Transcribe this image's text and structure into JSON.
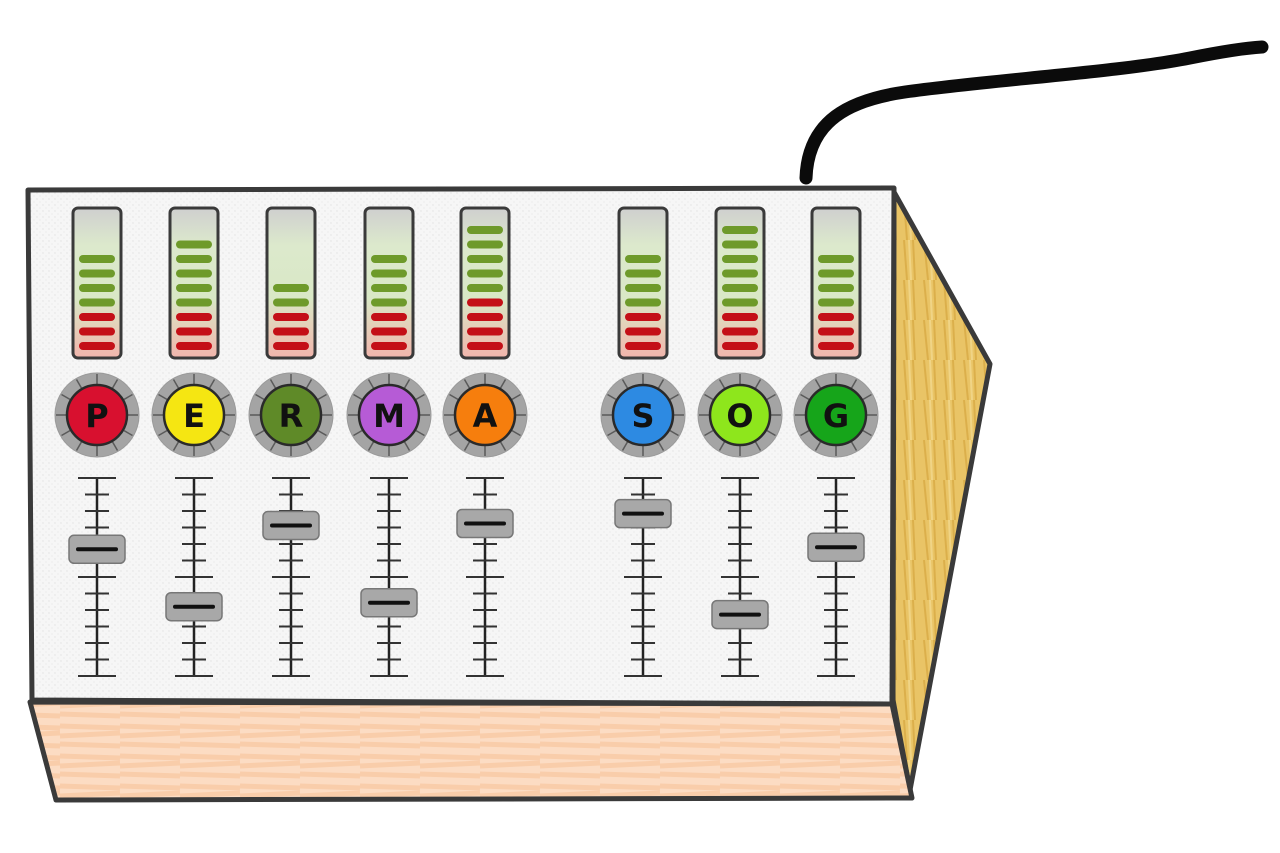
{
  "mixer": {
    "colors": {
      "outline": "#3a3a3a",
      "panel": "#f4f4f4",
      "base": "#fbd2b0",
      "side": "#e8c066",
      "cable": "#0b0b0b",
      "level_green": "#6e9a2a",
      "level_red": "#c40f17",
      "slider_handle": "#a8a8a8",
      "knob_ring": "#a4a4a4"
    },
    "channels": [
      {
        "letter": "P",
        "color": "#d8102f",
        "letter_color": "#111111",
        "level_green": 4,
        "level_red": 3,
        "fader_value": 0.64
      },
      {
        "letter": "E",
        "color": "#f5e612",
        "letter_color": "#111111",
        "level_green": 5,
        "level_red": 3,
        "fader_value": 0.35
      },
      {
        "letter": "R",
        "color": "#5f8a28",
        "letter_color": "#111111",
        "level_green": 2,
        "level_red": 3,
        "fader_value": 0.76
      },
      {
        "letter": "M",
        "color": "#b65bd6",
        "letter_color": "#111111",
        "level_green": 4,
        "level_red": 3,
        "fader_value": 0.37
      },
      {
        "letter": "A",
        "color": "#f67e0d",
        "letter_color": "#111111",
        "level_green": 5,
        "level_red": 4,
        "fader_value": 0.77
      },
      {
        "letter": "S",
        "color": "#2d8ae2",
        "letter_color": "#111111",
        "level_green": 4,
        "level_red": 3,
        "fader_value": 0.82
      },
      {
        "letter": "O",
        "color": "#8ee61c",
        "letter_color": "#111111",
        "level_green": 6,
        "level_red": 3,
        "fader_value": 0.31
      },
      {
        "letter": "G",
        "color": "#16a51a",
        "letter_color": "#111111",
        "level_green": 4,
        "level_red": 3,
        "fader_value": 0.65
      }
    ]
  }
}
